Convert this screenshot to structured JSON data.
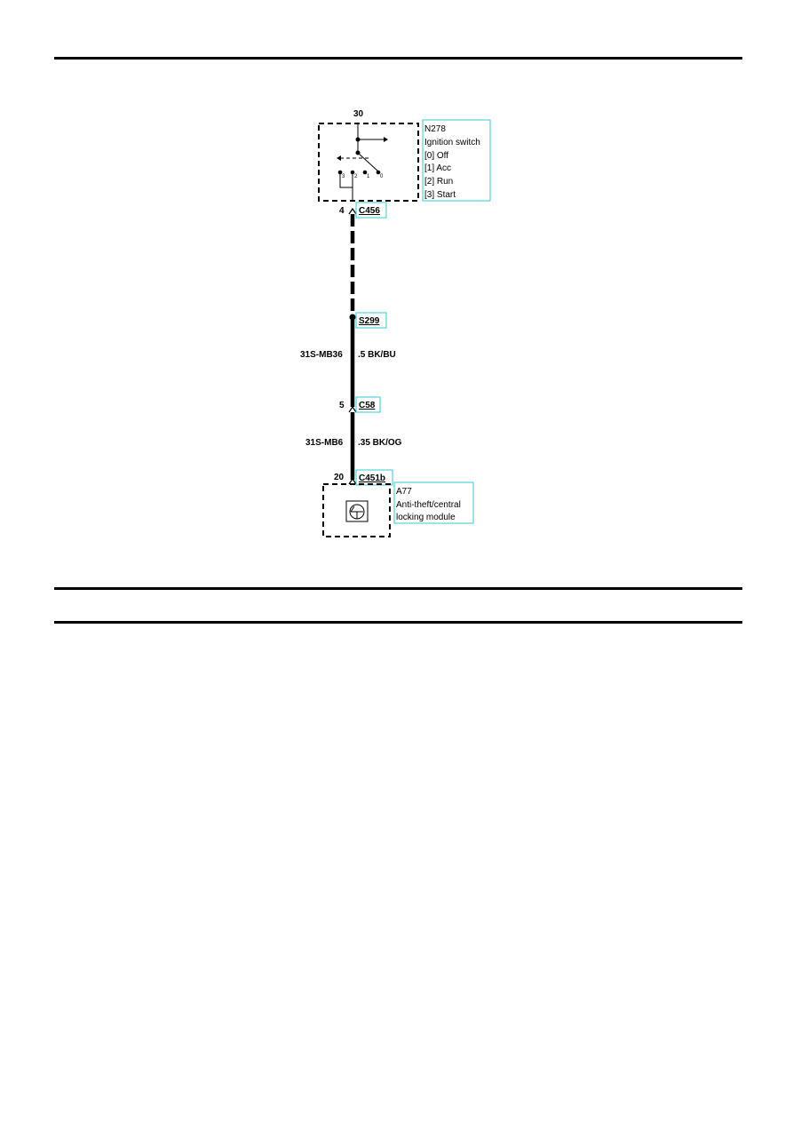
{
  "ignition_switch": {
    "pin_top": "30",
    "ref": "N278",
    "name": "Ignition switch",
    "positions": [
      "[0] Off",
      "[1] Acc",
      "[2] Run",
      "[3] Start"
    ],
    "contact_labels": [
      "3",
      "2",
      "1",
      "0"
    ]
  },
  "connectors": {
    "c456": {
      "pin": "4",
      "name": "C456"
    },
    "s299": {
      "name": "S299"
    },
    "c58": {
      "pin": "5",
      "name": "C58"
    },
    "c451b": {
      "pin": "20",
      "name": "C451b"
    }
  },
  "wires": {
    "upper": {
      "circuit": "31S-MB36",
      "spec": ".5 BK/BU"
    },
    "lower": {
      "circuit": "31S-MB6",
      "spec": ".35 BK/OG"
    }
  },
  "module": {
    "ref": "A77",
    "name_line1": "Anti-theft/central",
    "name_line2": "locking module"
  },
  "colors": {
    "label_box": "#33cccc",
    "line": "#000000"
  }
}
